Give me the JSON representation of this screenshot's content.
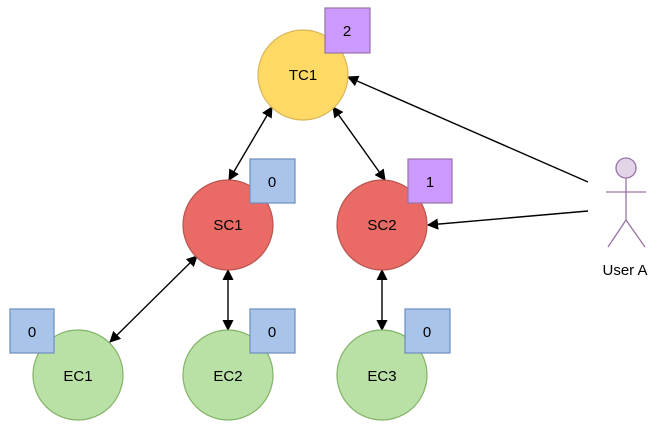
{
  "colors": {
    "top": "#ffd966",
    "top_stroke": "#d6b656",
    "mid": "#ea6b66",
    "mid_stroke": "#b85450",
    "leaf": "#b9e0a5",
    "leaf_stroke": "#82b366",
    "badge_purple": "#cc99ff",
    "badge_purple_stroke": "#9673a6",
    "badge_blue": "#a9c4eb",
    "badge_blue_stroke": "#6c8ebf",
    "actor": "#e1d5e7",
    "actor_stroke": "#9673a6",
    "edge": "#000000"
  },
  "nodes": {
    "tc1": {
      "label": "TC1",
      "badge": "2"
    },
    "sc1": {
      "label": "SC1",
      "badge": "0"
    },
    "sc2": {
      "label": "SC2",
      "badge": "1"
    },
    "ec1": {
      "label": "EC1",
      "badge": "0"
    },
    "ec2": {
      "label": "EC2",
      "badge": "0"
    },
    "ec3": {
      "label": "EC3",
      "badge": "0"
    }
  },
  "actor": {
    "label": "User A",
    "icon": "stick-figure-icon"
  }
}
